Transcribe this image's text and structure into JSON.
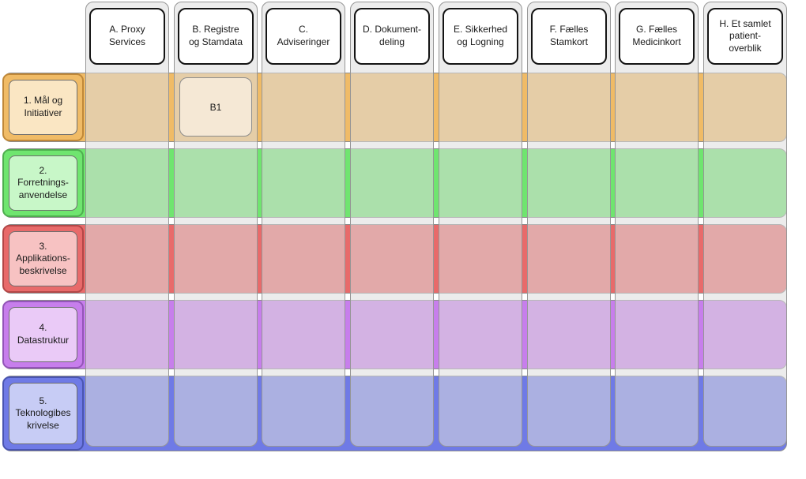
{
  "diagram": {
    "type": "architecture-matrix",
    "columns": [
      {
        "id": "A",
        "label": "A. Proxy\nServices"
      },
      {
        "id": "B",
        "label": "B. Registre\nog Stamdata"
      },
      {
        "id": "C",
        "label": "C.\nAdviseringer"
      },
      {
        "id": "D",
        "label": "D. Dokument-\ndeling"
      },
      {
        "id": "E",
        "label": "E. Sikkerhed\nog Logning"
      },
      {
        "id": "F",
        "label": "F. Fælles\nStamkort"
      },
      {
        "id": "G",
        "label": "G. Fælles\nMedicinkort"
      },
      {
        "id": "H",
        "label": "H. Et samlet\npatient-\noverblik"
      }
    ],
    "rows": [
      {
        "id": "1",
        "label": "1. Mål og\nInitiativer",
        "band_color": "#F0BB66",
        "header_border_color": "#C08838",
        "inner_fill": "#FAE6C3"
      },
      {
        "id": "2",
        "label": "2.\nForretnings-\nanvendelse",
        "band_color": "#6FE56F",
        "header_border_color": "#4FAE4F",
        "inner_fill": "#C8F7C8"
      },
      {
        "id": "3",
        "label": "3.\nApplikations-\nbeskrivelse",
        "band_color": "#E86A6A",
        "header_border_color": "#B34747",
        "inner_fill": "#F7C2C2"
      },
      {
        "id": "4",
        "label": "4.\nDatastruktur",
        "band_color": "#C77EEC",
        "header_border_color": "#9355B8",
        "inner_fill": "#EACAF7"
      },
      {
        "id": "5",
        "label": "5.\nTeknologibes\nkrivelse",
        "band_color": "#6F7AE6",
        "header_border_color": "#4A55B0",
        "inner_fill": "#C7CCF5"
      }
    ],
    "cells": [
      {
        "id": "B1",
        "label": "B1",
        "row": "1",
        "column": "B",
        "fill": "#F5E8D5",
        "border_color": "#8C8C8C"
      }
    ],
    "palette": {
      "background": "#FFFFFF",
      "column_lane_fill": "rgba(221,221,221,0.55)",
      "column_lane_border": "#969696",
      "column_header_fill": "#FFFFFF",
      "column_header_border": "#141414",
      "band_border": "#8C8C8C",
      "inner_box_border": "#6E6E6E",
      "text_color": "#1A1A1A"
    }
  }
}
